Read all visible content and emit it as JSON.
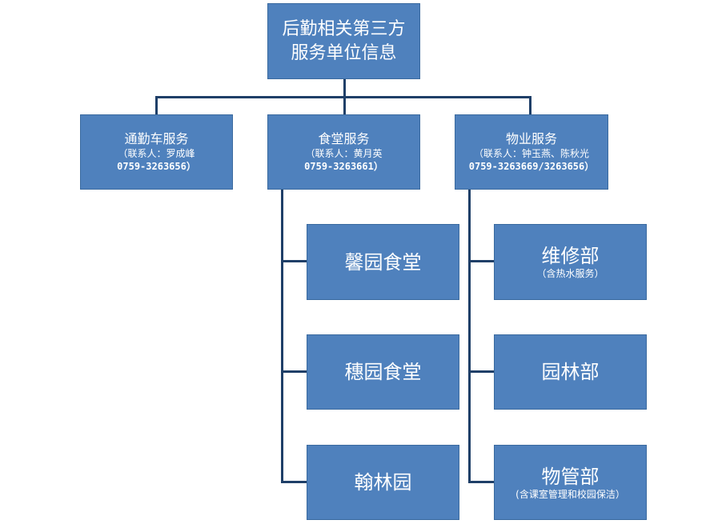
{
  "root": {
    "line1": "后勤相关第三方",
    "line2": "服务单位信息"
  },
  "departments": [
    {
      "name": "通勤车服务",
      "contact": "（联系人：罗成峰",
      "phone": "0759-3263656）"
    },
    {
      "name": "食堂服务",
      "contact": "（联系人：黄月英",
      "phone": "0759-3263661）"
    },
    {
      "name": "物业服务",
      "contact": "（联系人：钟玉燕、陈秋光",
      "phone": "0759-3263669/3263656）"
    }
  ],
  "canteens": [
    {
      "name": "馨园食堂"
    },
    {
      "name": "穗园食堂"
    },
    {
      "name": "翰林园"
    }
  ],
  "property_units": [
    {
      "name": "维修部",
      "note": "（含热水服务）"
    },
    {
      "name": "园林部"
    },
    {
      "name": "物管部",
      "note": "(含课室管理和校园保洁）"
    }
  ]
}
